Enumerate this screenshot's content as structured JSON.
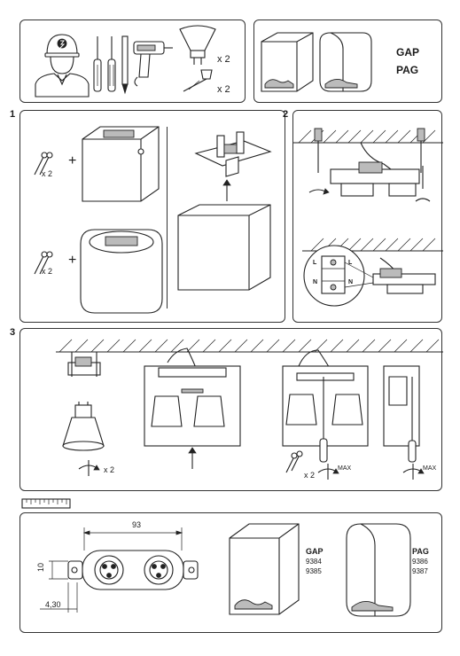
{
  "header": {
    "tools": {
      "bits_qty": "x 2",
      "screws_qty": "x 2"
    },
    "models": {
      "line1": "GAP",
      "line2": "PAG"
    }
  },
  "step1": {
    "number": "1",
    "screws_qty_top": "x 2",
    "screws_qty_bottom": "x 2",
    "plus_top": "+",
    "plus_bottom": "+"
  },
  "step2": {
    "number": "2",
    "terminals": [
      "L",
      "N",
      "L",
      "N"
    ]
  },
  "step3": {
    "number": "3",
    "bulb_qty": "x 2",
    "screws_qty": "x 2",
    "max_label_left": "MAX",
    "max_label_right": "MAX"
  },
  "dimensions": {
    "width": "93",
    "height": "10",
    "offset": "4,30"
  },
  "variants": [
    {
      "name": "GAP",
      "codes": [
        "9384",
        "9385"
      ]
    },
    {
      "name": "PAG",
      "codes": [
        "9386",
        "9387"
      ]
    }
  ]
}
